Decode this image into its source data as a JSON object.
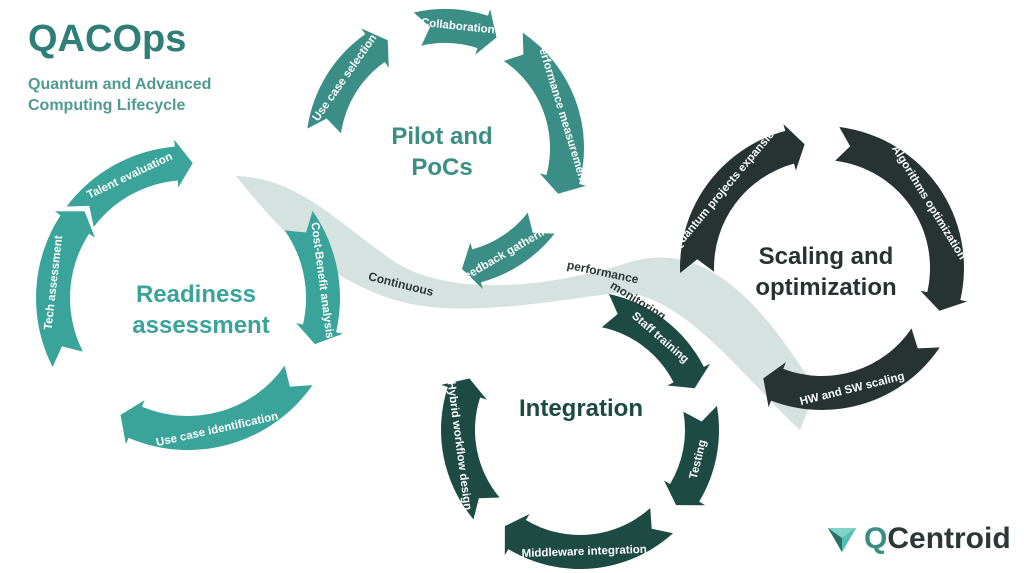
{
  "header": {
    "title": "QACOps",
    "subtitle_line1": "Quantum and Advanced",
    "subtitle_line2": "Computing Lifecycle"
  },
  "colors": {
    "readiness": "#3aa39a",
    "pilot": "#3a8e86",
    "integration": "#1d4a43",
    "scaling": "#263332",
    "flow": "#d6e2df",
    "title": "#2f7f78"
  },
  "stages": {
    "readiness": {
      "label_line1": "Readiness",
      "label_line2": "assessment",
      "steps": [
        "Talent evaluation",
        "Tech assessment",
        "Use case identification",
        "Cost-Benefit analysis"
      ]
    },
    "pilot": {
      "label_line1": "Pilot and",
      "label_line2": "PoCs",
      "steps": [
        "Use case selection",
        "Collaboration",
        "Performance measurement",
        "Feedback gathering"
      ]
    },
    "integration": {
      "label": "Integration",
      "steps": [
        "Hybrid workflow design",
        "Middleware integration",
        "Testing",
        "Staff training"
      ]
    },
    "scaling": {
      "label_line1": "Scaling and",
      "label_line2": "optimization",
      "steps": [
        "Quantum projects expansion",
        "Algorithms optimization",
        "HW and SW scaling"
      ]
    }
  },
  "flow": {
    "label_a": "Continuous",
    "label_b1": "performance",
    "label_b2": "monitoring"
  },
  "brand": {
    "name_q": "Q",
    "name_rest": "Centroid",
    "logo_icon": "qcentroid-logo-icon"
  }
}
